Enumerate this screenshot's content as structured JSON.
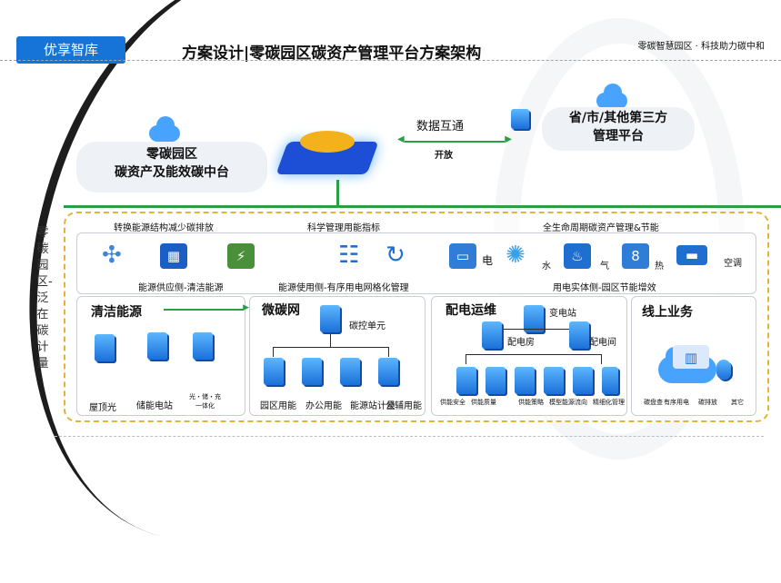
{
  "header": {
    "brand": "优享智库",
    "title": "方案设计|零碳园区碳资产管理平台方案架构",
    "slogan": "零碳智慧园区 · 科技助力碳中和"
  },
  "top": {
    "left_pill": "零碳园区\n碳资产及能效碳中台",
    "exchange_label": "数据互通",
    "open_label": "开放",
    "right_pill": "省/市/其他第三方\n管理平台"
  },
  "side_vertical": "零碳园区-泛在碳计量",
  "bands": {
    "b1": "转换能源结构减少碳排放",
    "b2": "科学管理用能指标",
    "b3": "全生命周期碳资产管理&节能"
  },
  "mid": {
    "supply_label": "能源供应侧-清洁能源",
    "use_label": "能源使用侧-有序用电网格化管理",
    "entity_label": "用电实体侧-园区节能增效",
    "utilities": [
      {
        "icon": "meter-icon",
        "label": "电",
        "color": "#2f7dd6"
      },
      {
        "icon": "water-drop-icon",
        "label": "水",
        "color": "#3aa0e6"
      },
      {
        "icon": "flame-icon",
        "label": "气",
        "color": "#1f6fd0"
      },
      {
        "icon": "thermometer-icon",
        "label": "热",
        "color": "#2f7dd6"
      },
      {
        "icon": "ac-icon",
        "label": "空调",
        "color": "#1f6fd0"
      }
    ]
  },
  "sections": {
    "clean": {
      "title": "清洁能源",
      "items": [
        "屋顶光",
        "储能电站",
        "光・储・充\n一体化"
      ]
    },
    "micro": {
      "title": "微碳网",
      "node": "碳控单元",
      "items": [
        "园区用能",
        "办公用能",
        "能源站计量",
        "公辅用能"
      ]
    },
    "dist": {
      "title": "配电运维",
      "node_top": "变电站",
      "node_left": "配电房",
      "node_right": "配电间",
      "items": [
        "供能安全",
        "供能质量",
        "供能策略",
        "模型能源流向",
        "精细化管理"
      ]
    },
    "online": {
      "title": "线上业务",
      "items": [
        "碳盘查",
        "有序用电",
        "碳排放",
        "其它"
      ]
    }
  }
}
